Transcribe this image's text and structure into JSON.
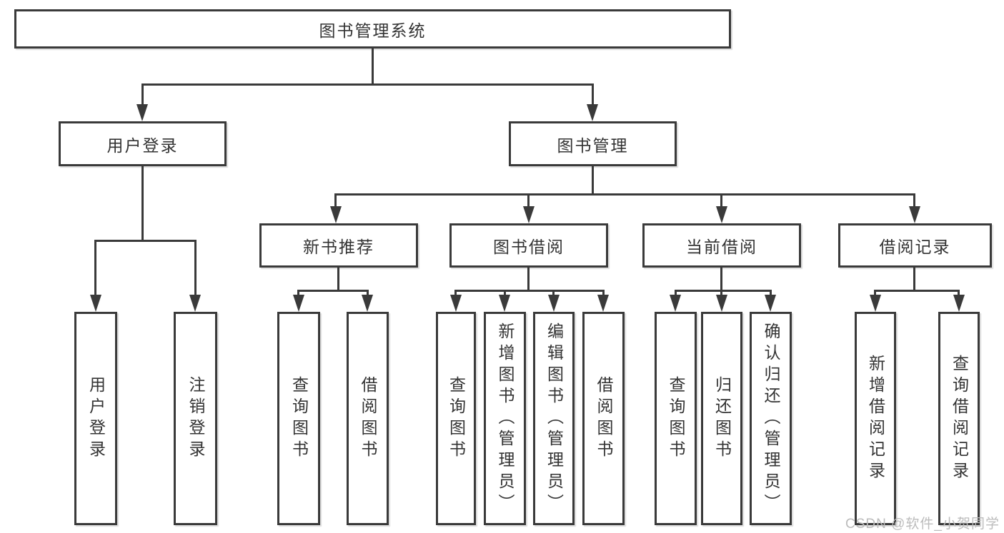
{
  "colors": {
    "line": "#3a3a3a",
    "text": "#333333",
    "watermark": "#bcbcbc",
    "background": "#ffffff"
  },
  "root": {
    "label": "图书管理系统"
  },
  "branches": {
    "user_login": {
      "label": "用户登录",
      "children": [
        "用户登录",
        "注销登录"
      ]
    },
    "book_management": {
      "label": "图书管理"
    }
  },
  "modules": [
    {
      "label": "新书推荐",
      "children": [
        "查询图书",
        "借阅图书"
      ]
    },
    {
      "label": "图书借阅",
      "children": [
        "查询图书",
        "新增图书（管理员）",
        "编辑图书（管理员）",
        "借阅图书"
      ]
    },
    {
      "label": "当前借阅",
      "children": [
        "查询图书",
        "归还图书",
        "确认归还（管理员）"
      ]
    },
    {
      "label": "借阅记录",
      "children": [
        "新增借阅记录",
        "查询借阅记录"
      ]
    }
  ],
  "watermark": "CSDN @软件_小贺同学"
}
